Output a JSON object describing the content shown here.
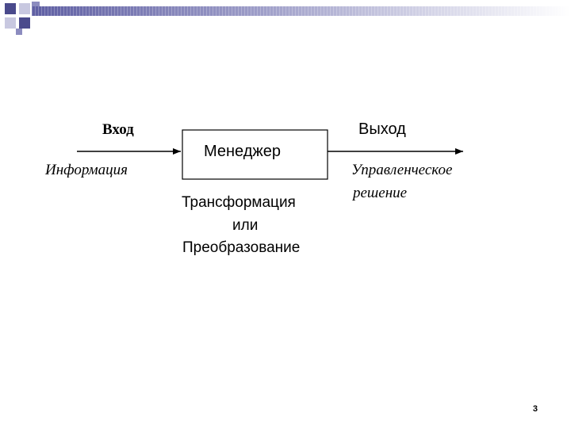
{
  "diagram": {
    "input_label": "Вход",
    "input_content": "Информация",
    "process_label": "Менеджер",
    "process_desc_line1": "Трансформация",
    "process_desc_line2": "или",
    "process_desc_line3": "Преобразование",
    "output_label": "Выход",
    "output_content_line1": "Управленческое",
    "output_content_line2": "решение"
  },
  "slide": {
    "page_number": "3"
  },
  "colors": {
    "accent_dark": "#4a4a8c",
    "accent_mid": "#8c8cbf",
    "accent_light": "#c8c8e0"
  }
}
